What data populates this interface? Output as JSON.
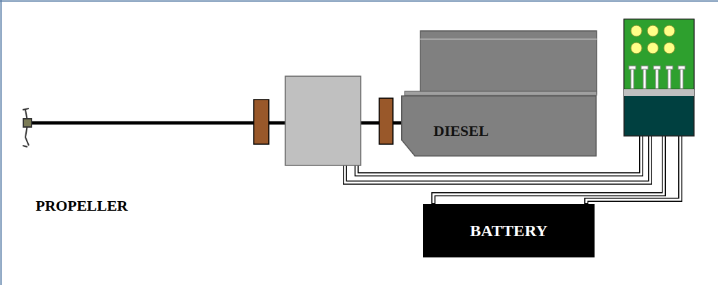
{
  "diagram": {
    "nodes": [
      {
        "text": [
          "DIESEL"
        ]
      },
      {
        "text": [
          "BATTERY"
        ]
      }
    ],
    "labels": [
      "PROPELLER"
    ]
  }
}
